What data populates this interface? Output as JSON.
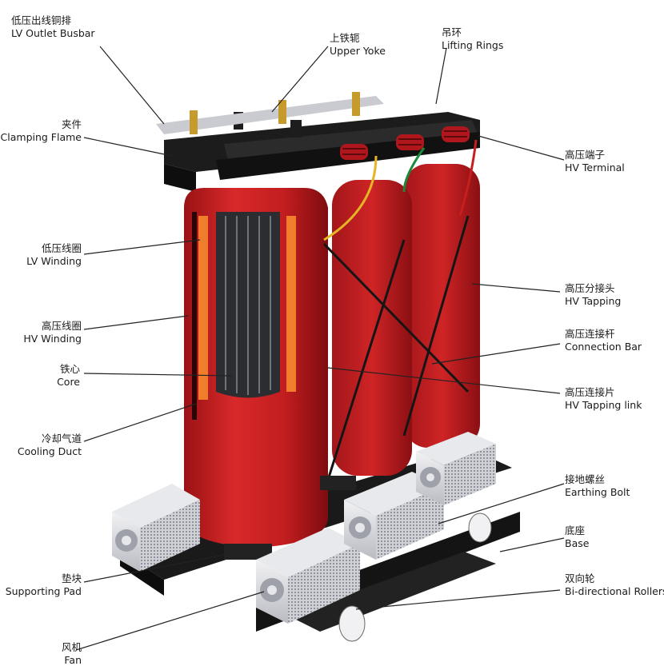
{
  "colors": {
    "coil": "#c81e1e",
    "coil_dark": "#8e0f12",
    "coil_light": "#e23a33",
    "frame": "#1e1e1e",
    "fan": "#d9dade",
    "leader": "#222222"
  },
  "labels": {
    "lv_busbar": {
      "cn": "低压出线铜排",
      "en": "LV Outlet Busbar"
    },
    "upper_yoke": {
      "cn": "上铁轭",
      "en": "Upper Yoke"
    },
    "lifting_rings": {
      "cn": "吊环",
      "en": "Lifting Rings"
    },
    "clamping_flame": {
      "cn": "夹件",
      "en": "Clamping Flame"
    },
    "hv_terminal": {
      "cn": "高压端子",
      "en": "HV Terminal"
    },
    "lv_winding": {
      "cn": "低压线圈",
      "en": "LV Winding"
    },
    "hv_tapping": {
      "cn": "高压分接头",
      "en": "HV Tapping"
    },
    "hv_winding": {
      "cn": "高压线圈",
      "en": "HV Winding"
    },
    "connection_bar": {
      "cn": "高压连接杆",
      "en": "Connection Bar"
    },
    "core": {
      "cn": "铁心",
      "en": "Core"
    },
    "hv_tapping_link": {
      "cn": "高压连接片",
      "en": "HV Tapping link"
    },
    "cooling_duct": {
      "cn": "冷却气道",
      "en": "Cooling Duct"
    },
    "earthing_bolt": {
      "cn": "接地螺丝",
      "en": "Earthing Bolt"
    },
    "base": {
      "cn": "底座",
      "en": "Base"
    },
    "supporting_pad": {
      "cn": "垫块",
      "en": "Supporting Pad"
    },
    "rollers": {
      "cn": "双向轮",
      "en": "Bi-directional Rollers"
    },
    "fan": {
      "cn": "风机",
      "en": "Fan"
    }
  }
}
